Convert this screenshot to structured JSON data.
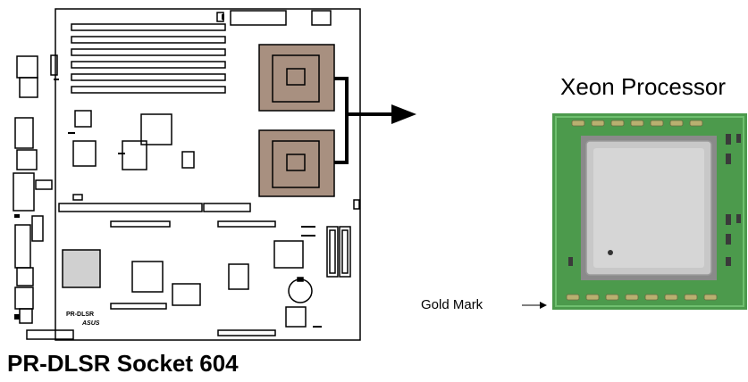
{
  "caption": "PR-DLSR Socket 604",
  "processor_label": "Xeon Processor",
  "gold_mark_label": "Gold Mark",
  "board": {
    "model_label": "PR-DLSR",
    "brand_label": "ASUS"
  },
  "colors": {
    "socket_fill": "#a89080",
    "chip_fill": "#d0d0d0",
    "cpu_substrate": "#4c9a4c",
    "cpu_heatspreader": "#c8c8c8"
  }
}
